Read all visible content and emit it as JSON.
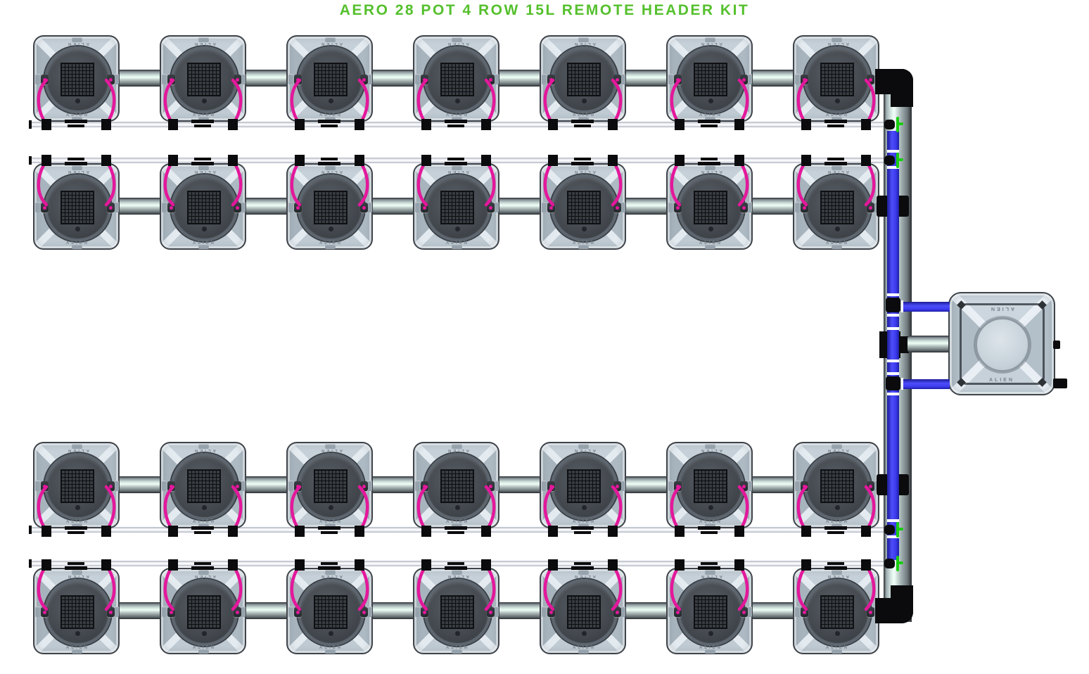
{
  "title": "AERO 28 POT 4 ROW 15L REMOTE HEADER KIT",
  "brand_label": "ALIEN",
  "system": {
    "pot_count": 28,
    "row_count": 4,
    "pots_per_row": 7,
    "pot_volume": "15L",
    "header_type": "REMOTE HEADER"
  },
  "colors": {
    "title_green": "#55c02d",
    "pipe_blue": "#4d4dfa",
    "tube_pink": "#e3189b",
    "fitting_green": "#1bcd12",
    "fitting_black": "#0b0b0d",
    "pipe_silver": "#aab8b9",
    "return_pipe_white": "#f4f5f9",
    "pot_body_gray": "#b7c3cc"
  }
}
